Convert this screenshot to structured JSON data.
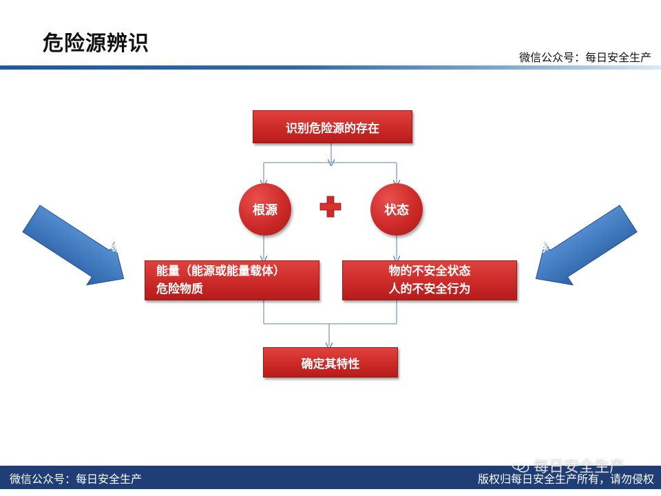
{
  "header": {
    "title": "危险源辨识",
    "wechat": "微信公众号：每日安全生产"
  },
  "diagram": {
    "top_box": "识别危险源的存在",
    "circle_left": "根源",
    "circle_right": "状态",
    "plus": "+",
    "left_box_line1": "能量（能源或能量载体）",
    "left_box_line2": "危险物质",
    "right_box_line1": "物的不安全状态",
    "right_box_line2": "人的不安全行为",
    "bottom_box": "确定其特性",
    "left_arrow_label": "第一类危险源",
    "right_arrow_label": "第二类危险源"
  },
  "footer": {
    "left": "微信公众号：每日安全生产",
    "right": "版权归每日安全生产所有，请勿侵权",
    "watermark": "每日安全生产"
  },
  "colors": {
    "box_red": "#cc2a28",
    "arrow_blue": "#3a78c2",
    "footer_blue": "#1f3e75"
  }
}
